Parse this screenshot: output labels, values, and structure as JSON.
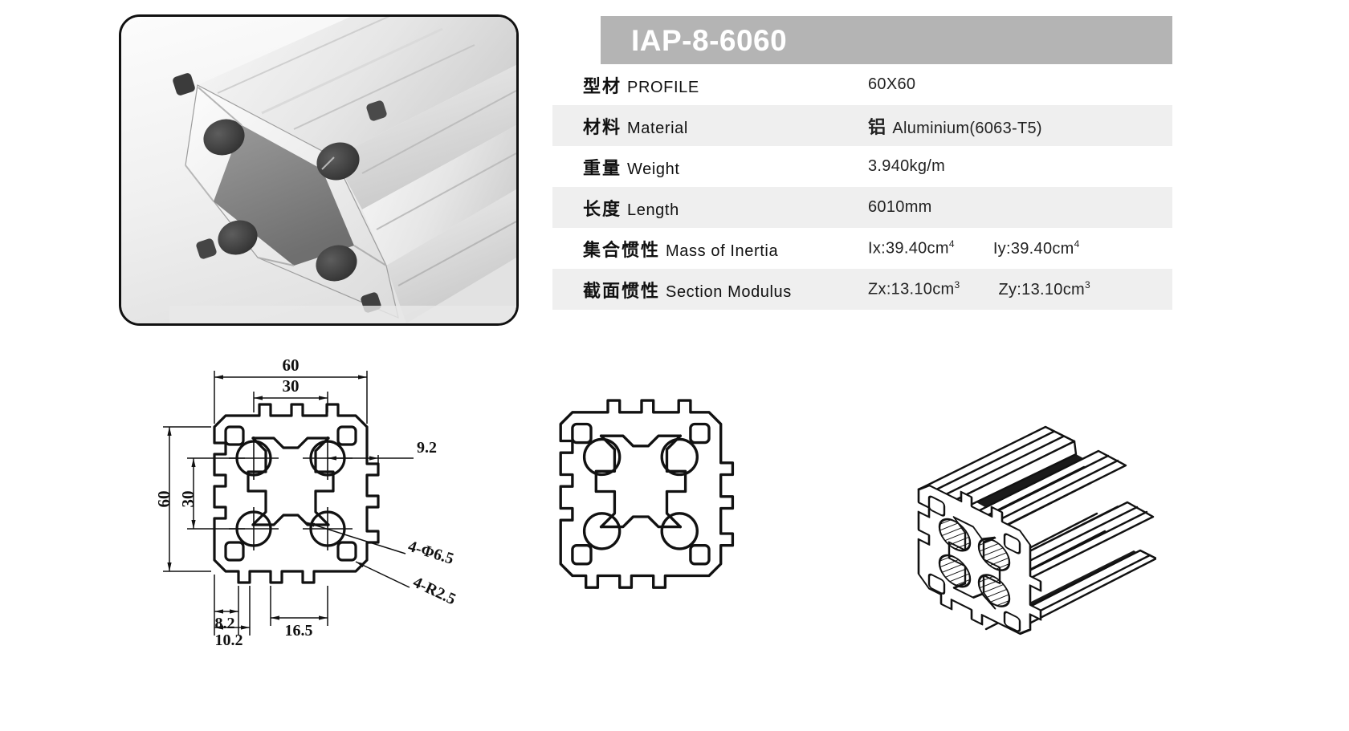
{
  "product": {
    "model": "IAP-8-6060",
    "photo_alt": "aluminium-extrusion-profile-photo"
  },
  "spec_table": {
    "rows": [
      {
        "label_cn": "型材",
        "label_en": "PROFILE",
        "value": "60X60",
        "value_cn": "",
        "value2": ""
      },
      {
        "label_cn": "材料",
        "label_en": "Material",
        "value": "Aluminium(6063-T5)",
        "value_cn": "铝",
        "value2": ""
      },
      {
        "label_cn": "重量",
        "label_en": "Weight",
        "value": "3.940kg/m",
        "value_cn": "",
        "value2": ""
      },
      {
        "label_cn": "长度",
        "label_en": "Length",
        "value": "6010mm",
        "value_cn": "",
        "value2": ""
      },
      {
        "label_cn": "集合惯性",
        "label_en": "Mass of Inertia",
        "value": "Ix:39.40cm",
        "value_sup": "4",
        "value_cn": "",
        "value2": "Iy:39.40cm",
        "value2_sup": "4"
      },
      {
        "label_cn": "截面惯性",
        "label_en": "Section Modulus",
        "value": "Zx:13.10cm",
        "value_sup": "3",
        "value_cn": "",
        "value2": "Zy:13.10cm",
        "value2_sup": "3"
      }
    ]
  },
  "dimension_drawing": {
    "title": "dimensioned-cross-section",
    "dims": {
      "width_outer": "60",
      "width_inner": "30",
      "height_outer": "60",
      "height_inner": "30",
      "slot_depth": "9.2",
      "foot_a": "8.2",
      "foot_b": "10.2",
      "center_spacing": "16.5",
      "holes": "4-Φ6.5",
      "radii": "4-R2.5"
    }
  },
  "section_drawing": {
    "title": "plain-cross-section"
  },
  "iso_drawing": {
    "title": "isometric-profile-view"
  },
  "colors": {
    "header_bar": "#b4b4b4",
    "row_even": "#efefef",
    "row_odd": "#ffffff",
    "text": "#111111",
    "line": "#111111"
  }
}
